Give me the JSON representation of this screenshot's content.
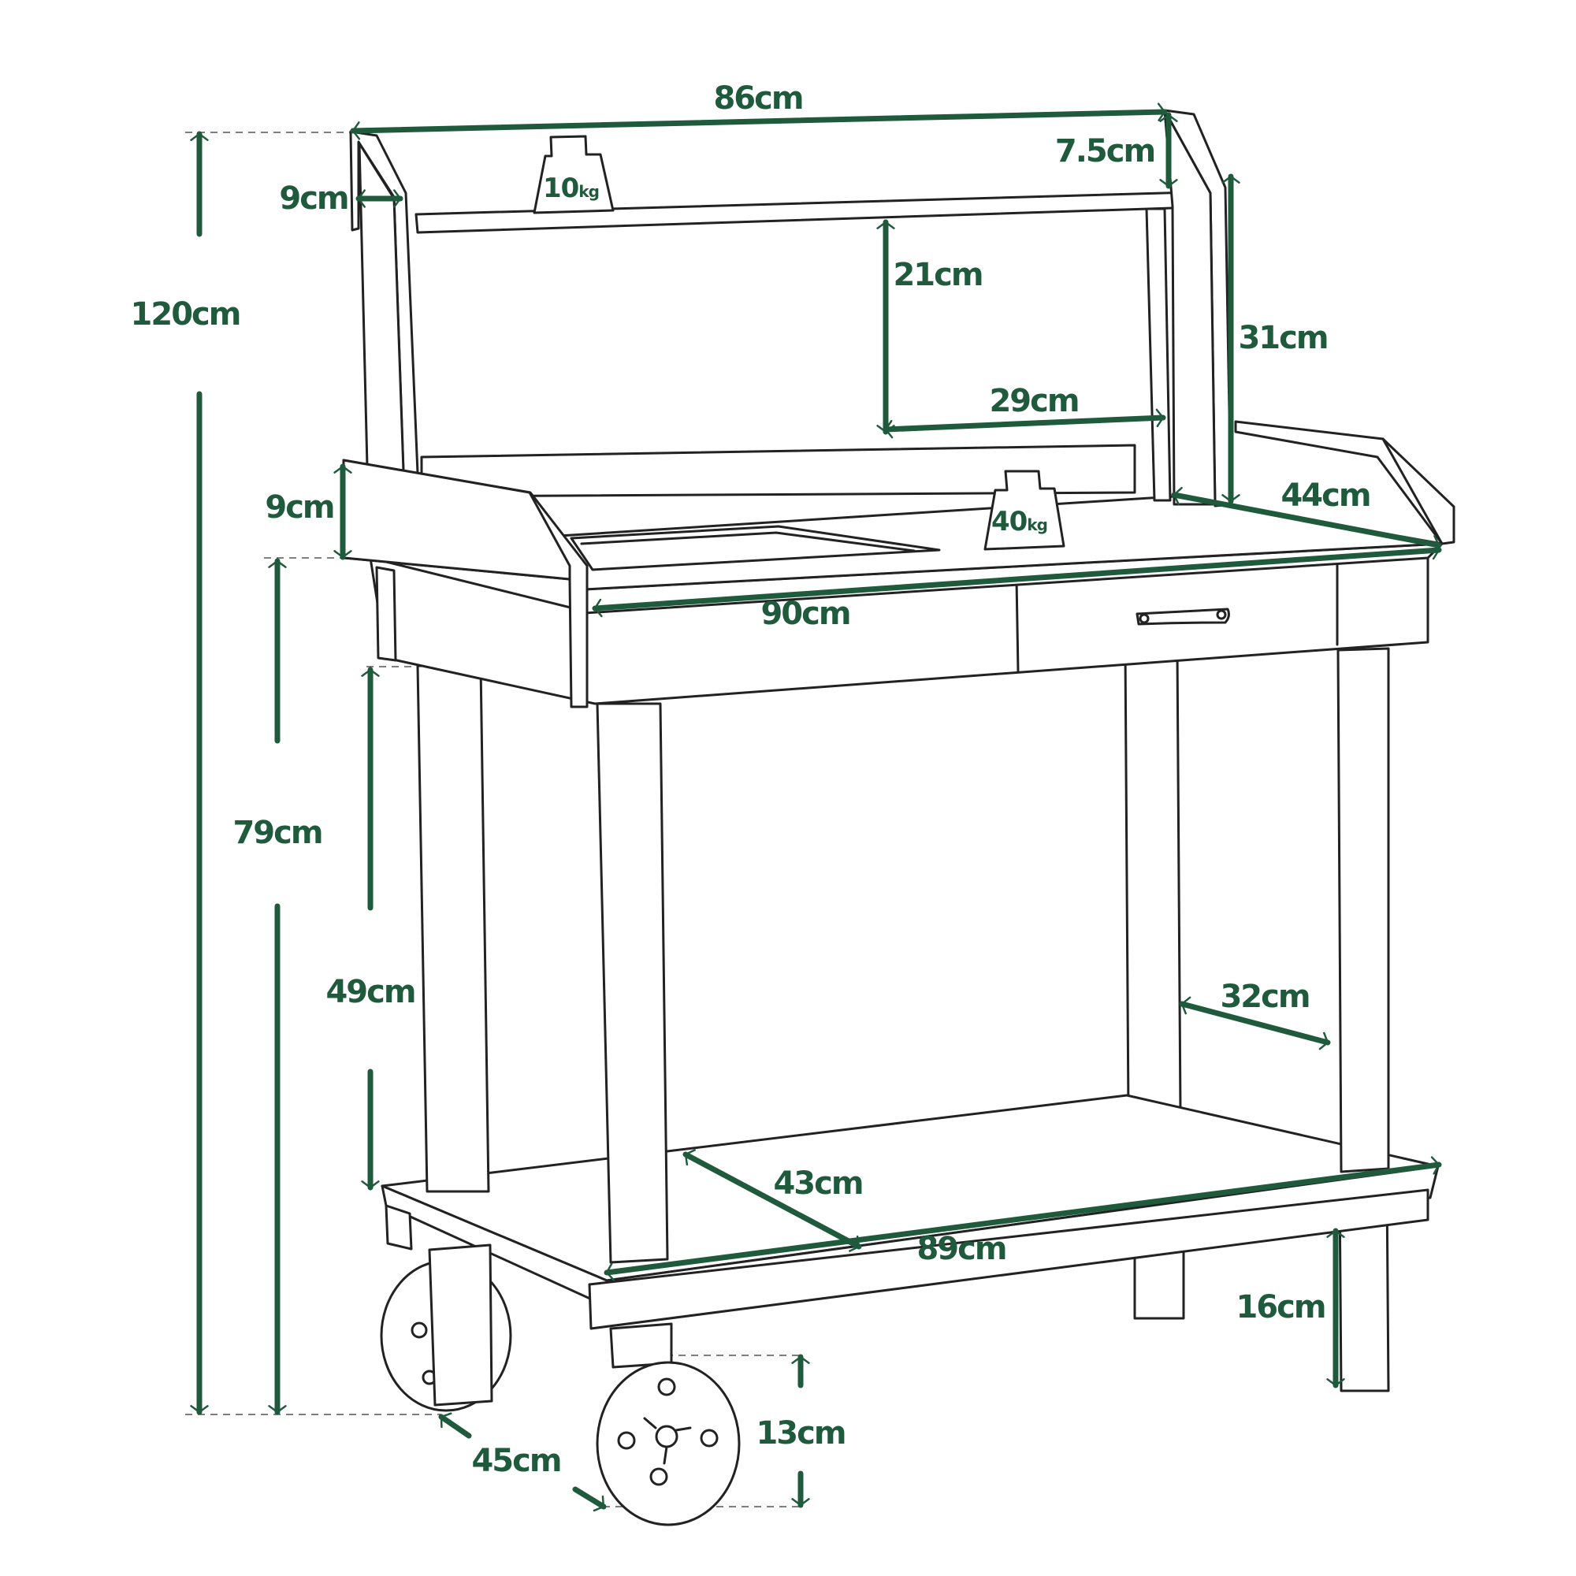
{
  "colors": {
    "dimension": "#1f5a3c",
    "outline": "#222222",
    "background": "#ffffff"
  },
  "dimensions": {
    "shelf_width": "86cm",
    "shelf_rail": "7.5cm",
    "shelf_depth": "9cm",
    "overall_height": "120cm",
    "shelf_clearance": "21cm",
    "upper_height": "31cm",
    "shelf_span": "29cm",
    "side_rail": "9cm",
    "top_depth": "44cm",
    "top_width": "90cm",
    "table_height": "79cm",
    "leg_height": "49cm",
    "leg_spacing": "32cm",
    "bottom_depth": "43cm",
    "bottom_width": "89cm",
    "foot_height": "16cm",
    "wheel_diameter": "13cm",
    "wheel_span": "45cm"
  },
  "weights": {
    "shelf": {
      "value": "10",
      "unit": "kg"
    },
    "top": {
      "value": "40",
      "unit": "kg"
    }
  }
}
